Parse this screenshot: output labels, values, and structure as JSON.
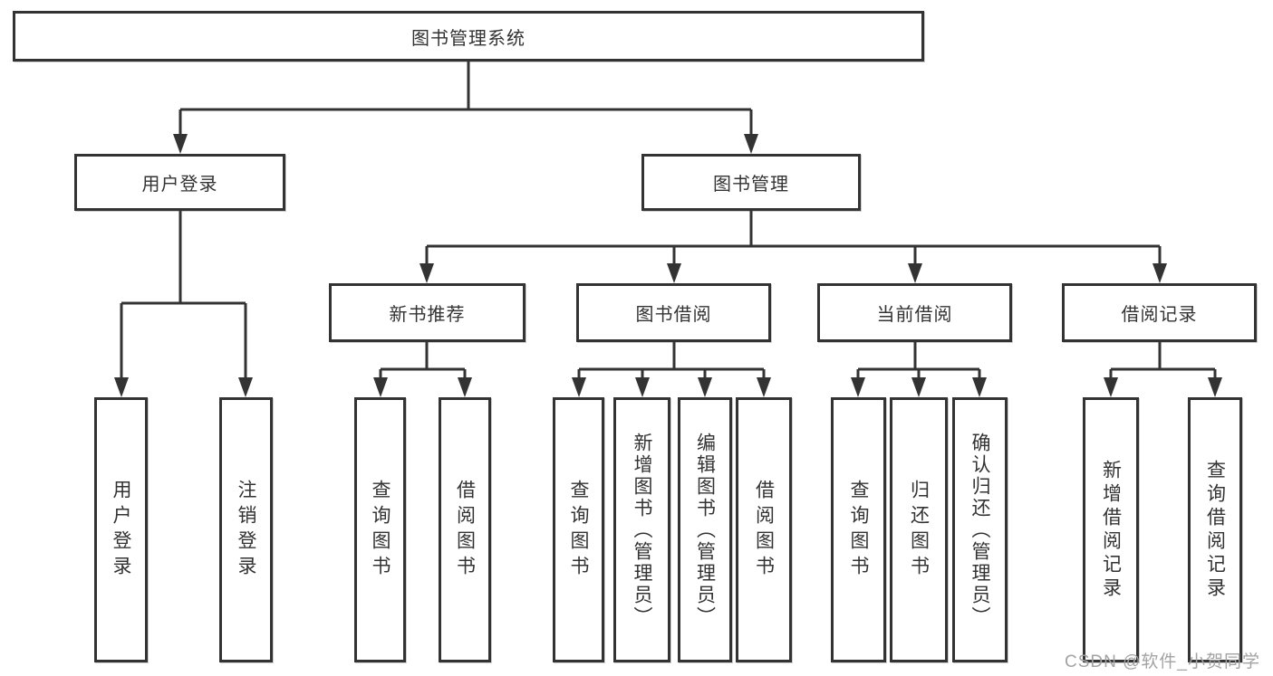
{
  "diagram_title": "图书管理系统",
  "nodes": {
    "root": {
      "label": "图书管理系统"
    },
    "user_login": {
      "label": "用户登录"
    },
    "book_mgmt": {
      "label": "图书管理"
    },
    "new_book_rec": {
      "label": "新书推荐"
    },
    "book_borrow": {
      "label": "图书借阅"
    },
    "current_borrow": {
      "label": "当前借阅"
    },
    "borrow_records": {
      "label": "借阅记录"
    },
    "leaf_user_login": {
      "label": "用户登录"
    },
    "leaf_logout": {
      "label": "注销登录"
    },
    "leaf_query_book_rec": {
      "label": "查询图书"
    },
    "leaf_borrow_book_rec": {
      "label": "借阅图书"
    },
    "leaf_query_book_borrow": {
      "label": "查询图书"
    },
    "leaf_add_book_admin": {
      "label": "新增图书（管理员）"
    },
    "leaf_edit_book_admin": {
      "label": "编辑图书（管理员）"
    },
    "leaf_borrow_book_borrow": {
      "label": "借阅图书"
    },
    "leaf_query_book_current": {
      "label": "查询图书"
    },
    "leaf_return_book": {
      "label": "归还图书"
    },
    "leaf_confirm_return_admin": {
      "label": "确认归还（管理员）"
    },
    "leaf_add_borrow_record": {
      "label": "新增借阅记录"
    },
    "leaf_query_borrow_record": {
      "label": "查询借阅记录"
    }
  },
  "watermark": "CSDN @软件_小贺同学",
  "colors": {
    "line": "#333333",
    "box_border": "#333333",
    "text": "#333333",
    "watermark": "#a3a3a3",
    "background": "#ffffff"
  }
}
